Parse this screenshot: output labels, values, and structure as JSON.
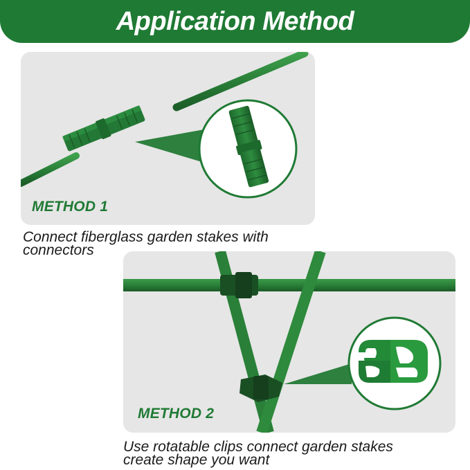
{
  "header": {
    "title": "Application Method"
  },
  "method1": {
    "label": "METHOD 1",
    "caption_line1": "Connect fiberglass garden stakes with",
    "caption_line2": "connectors"
  },
  "method2": {
    "label": "METHOD 2",
    "caption_line1": "Use rotatable clips connect garden stakes",
    "caption_line2": "create shape you want"
  },
  "colors": {
    "brand_green": "#1f7a34",
    "panel_gray": "#e6e6e6",
    "stake_green": "#2f8a3e"
  }
}
